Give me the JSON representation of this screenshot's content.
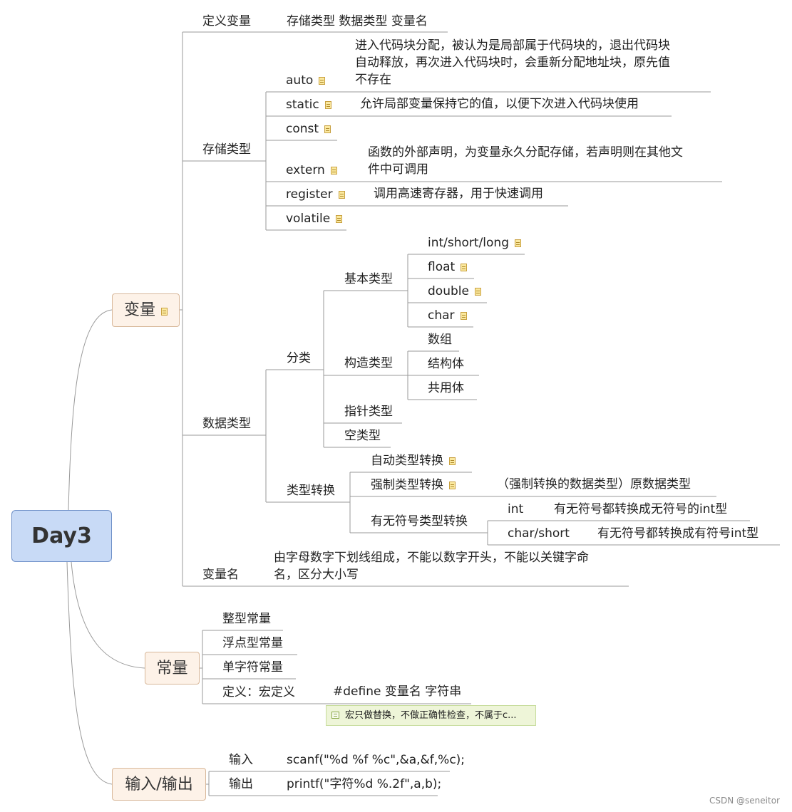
{
  "root": "Day3",
  "variable": {
    "title": "变量",
    "define": {
      "label": "定义变量",
      "value": "存储类型 数据类型 变量名"
    },
    "storage": {
      "title": "存储类型",
      "auto": {
        "label": "auto",
        "desc_lines": [
          "进入代码块分配，被认为是局部属于代码块的，退出代码块",
          "自动释放，再次进入代码块时，会重新分配地址块，原先值",
          "不存在"
        ]
      },
      "static": {
        "label": "static",
        "desc": "允许局部变量保持它的值，以便下次进入代码块使用"
      },
      "const": {
        "label": "const"
      },
      "extern": {
        "label": "extern",
        "desc_lines": [
          "函数的外部声明，为变量永久分配存储，若声明则在其他文",
          "件中可调用"
        ]
      },
      "register": {
        "label": "register",
        "desc": "调用高速寄存器，用于快速调用"
      },
      "volatile": {
        "label": "volatile"
      }
    },
    "datatype": {
      "title": "数据类型",
      "classify": {
        "title": "分类",
        "basic": {
          "title": "基本类型",
          "items": [
            "int/short/long",
            "float",
            "double",
            "char"
          ]
        },
        "construct": {
          "title": "构造类型",
          "items": [
            "数组",
            "结构体",
            "共用体"
          ]
        },
        "pointer": "指针类型",
        "void": "空类型"
      },
      "convert": {
        "title": "类型转换",
        "auto": "自动类型转换",
        "forced": {
          "label": "强制类型转换",
          "desc": "（强制转换的数据类型）原数据类型"
        },
        "signed": {
          "label": "有无符号类型转换",
          "int": {
            "label": "int",
            "desc": "有无符号都转换成无符号的int型"
          },
          "charshort": {
            "label": "char/short",
            "desc": "有无符号都转换成有符号int型"
          }
        }
      }
    },
    "varname": {
      "title": "变量名",
      "desc_lines": [
        "由字母数字下划线组成，不能以数字开头，不能以关键字命",
        "名，区分大小写"
      ]
    }
  },
  "constant": {
    "title": "常量",
    "items": [
      "整型常量",
      "浮点型常量",
      "单字符常量"
    ],
    "define": {
      "label": "定义：宏定义",
      "value": "#define 变量名 字符串",
      "tip": "宏只做替换，不做正确性检查，不属于c..."
    }
  },
  "io": {
    "title": "输入/输出",
    "input": {
      "label": "输入",
      "value": "scanf(\"%d %f %c\",&a,&f,%c);"
    },
    "output": {
      "label": "输出",
      "value": "printf(\"字符%d %.2f\",a,b);"
    }
  },
  "watermark": "CSDN @seneitor"
}
